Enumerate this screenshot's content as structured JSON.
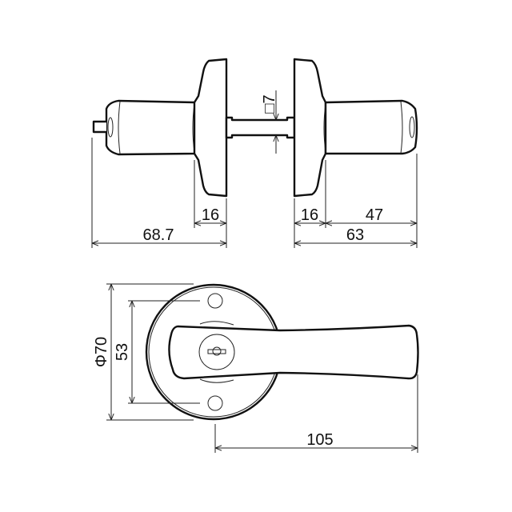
{
  "drawing": {
    "side_view": {
      "dimensions": {
        "left_total": "68.7",
        "left_rose": "16",
        "right_rose": "16",
        "right_knob": "47",
        "right_total": "63",
        "spindle": "□7"
      }
    },
    "front_view": {
      "dimensions": {
        "rose_diameter": "Φ70",
        "screw_pitch": "53",
        "lever_length": "105"
      }
    }
  }
}
